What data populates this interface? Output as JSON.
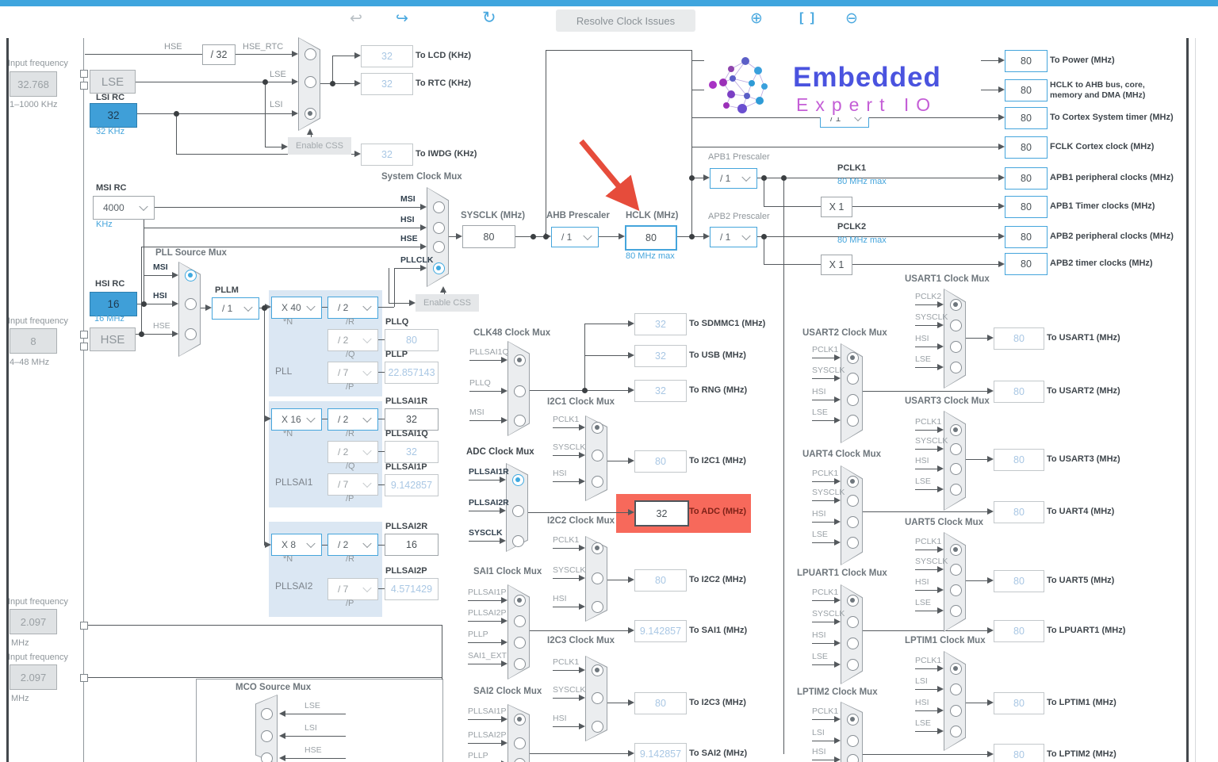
{
  "toolbar": {
    "resolve": "Resolve Clock Issues"
  },
  "logo": {
    "title": "Embedded",
    "subtitle": "Expert IO"
  },
  "inputs": {
    "freq_lse": {
      "label": "Input frequency",
      "value": "32.768",
      "range": "1–1000 KHz"
    },
    "freq_hse": {
      "label": "Input frequency",
      "value": "8",
      "range": "4–48 MHz"
    },
    "freq_ext1": {
      "label": "Input frequency",
      "value": "2.097",
      "range": "MHz"
    },
    "freq_ext2": {
      "label": "Input frequency",
      "value": "2.097",
      "range": "MHz"
    },
    "lse": "LSE",
    "hse": "HSE",
    "lsi": {
      "label": "LSI RC",
      "value": "32",
      "note": "32 KHz"
    },
    "hsi": {
      "label": "HSI RC",
      "value": "16",
      "note": "16 MHz"
    },
    "msi": {
      "label": "MSI RC",
      "value": "4000",
      "note": "KHz"
    }
  },
  "rtc": {
    "hse": "HSE",
    "div": "/ 32",
    "hse_rtc": "HSE_RTC",
    "lse": "LSE",
    "lsi": "LSI",
    "enable_css": "Enable CSS"
  },
  "sys": {
    "sysclk_label": "SYSCLK (MHz)",
    "sysclk": "80",
    "ahb_label": "AHB Prescaler",
    "ahb": "/ 1",
    "hclk_label": "HCLK (MHz)",
    "hclk": "80",
    "hclk_note": "80 MHz max",
    "enable_css": "Enable CSS"
  },
  "pllm": {
    "label": "PLLM",
    "value": "/ 1"
  },
  "pll": {
    "name": "PLL",
    "n": "X 40",
    "r": "/ 2",
    "q": "/ 2",
    "p": "/ 7",
    "nl": "*N",
    "rl": "/R",
    "ql": "/Q",
    "pl": "/P",
    "q_out_label": "PLLQ",
    "q_out": "80",
    "p_out_label": "PLLP",
    "p_out": "22.857143"
  },
  "sai1": {
    "name": "PLLSAI1",
    "n": "X 16",
    "r": "/ 2",
    "q": "/ 2",
    "p": "/ 7",
    "nl": "*N",
    "rl": "/R",
    "ql": "/Q",
    "pl": "/P",
    "r_out_label": "PLLSAI1R",
    "r_out": "32",
    "q_out_label": "PLLSAI1Q",
    "q_out": "32",
    "p_out_label": "PLLSAI1P",
    "p_out": "9.142857"
  },
  "sai2": {
    "name": "PLLSAI2",
    "n": "X 8",
    "r": "/ 2",
    "p": "/ 7",
    "nl": "*N",
    "rl": "/R",
    "pl": "/P",
    "r_out_label": "PLLSAI2R",
    "r_out": "16",
    "p_out_label": "PLLSAI2P",
    "p_out": "4.571429"
  },
  "apb1": {
    "label": "APB1 Prescaler",
    "value": "/ 1",
    "pclk": "PCLK1",
    "max": "80 MHz max",
    "mult": "X 1"
  },
  "apb2": {
    "label": "APB2 Prescaler",
    "value": "/ 1",
    "pclk": "PCLK2",
    "max": "80 MHz max",
    "mult": "X 1"
  },
  "cortex": {
    "value": "/ 1"
  },
  "muxes": {
    "sysmux": {
      "title": "System Clock Mux",
      "inputs": [
        "MSI",
        "HSI",
        "HSE",
        "PLLCLK"
      ]
    },
    "pllsrc": {
      "title": "PLL Source Mux",
      "inputs": [
        "MSI",
        "HSI",
        "HSE"
      ]
    },
    "mco": {
      "title": "MCO Source Mux",
      "inputs": [
        "LSE",
        "LSI",
        "HSE"
      ]
    },
    "clk48": {
      "title": "CLK48 Clock Mux",
      "inputs": [
        "PLLSAI1Q",
        "PLLQ",
        "MSI"
      ]
    },
    "i2c1": {
      "title": "I2C1 Clock Mux",
      "inputs": [
        "PCLK1",
        "SYSCLK",
        "HSI"
      ]
    },
    "adc": {
      "title": "ADC Clock Mux",
      "inputs": [
        "PLLSAI1R",
        "PLLSAI2R",
        "SYSCLK"
      ]
    },
    "i2c2": {
      "title": "I2C2 Clock Mux",
      "inputs": [
        "PCLK1",
        "SYSCLK",
        "HSI"
      ]
    },
    "sai1m": {
      "title": "SAI1 Clock Mux",
      "inputs": [
        "PLLSAI1P",
        "PLLSAI2P",
        "PLLP",
        "SAI1_EXT"
      ]
    },
    "i2c3": {
      "title": "I2C3 Clock Mux",
      "inputs": [
        "PCLK1",
        "SYSCLK",
        "HSI"
      ]
    },
    "sai2m": {
      "title": "SAI2 Clock Mux",
      "inputs": [
        "PLLSAI1P",
        "PLLSAI2P",
        "PLLP"
      ]
    },
    "usart1": {
      "title": "USART1 Clock Mux",
      "inputs": [
        "PCLK2",
        "SYSCLK",
        "HSI",
        "LSE"
      ]
    },
    "usart2": {
      "title": "USART2 Clock Mux",
      "inputs": [
        "PCLK1",
        "SYSCLK",
        "HSI",
        "LSE"
      ]
    },
    "usart3": {
      "title": "USART3 Clock Mux",
      "inputs": [
        "PCLK1",
        "SYSCLK",
        "HSI",
        "LSE"
      ]
    },
    "uart4": {
      "title": "UART4 Clock Mux",
      "inputs": [
        "PCLK1",
        "SYSCLK",
        "HSI",
        "LSE"
      ]
    },
    "uart5": {
      "title": "UART5 Clock Mux",
      "inputs": [
        "PCLK1",
        "SYSCLK",
        "HSI",
        "LSE"
      ]
    },
    "lpuart1": {
      "title": "LPUART1 Clock Mux",
      "inputs": [
        "PCLK1",
        "SYSCLK",
        "HSI",
        "LSE"
      ]
    },
    "lptim1": {
      "title": "LPTIM1 Clock Mux",
      "inputs": [
        "PCLK1",
        "LSI",
        "HSI",
        "LSE"
      ]
    },
    "lptim2": {
      "title": "LPTIM2 Clock Mux",
      "inputs": [
        "PCLK1",
        "LSI",
        "HSI"
      ]
    }
  },
  "outputs": {
    "lcd": {
      "value": "32",
      "label": "To LCD (KHz)"
    },
    "rtc": {
      "value": "32",
      "label": "To RTC (KHz)"
    },
    "iwdg": {
      "value": "32",
      "label": "To IWDG (KHz)"
    },
    "power": {
      "value": "80",
      "label": "To Power (MHz)"
    },
    "hclk_ahb": {
      "value": "80",
      "label": "HCLK to AHB bus, core,",
      "label2": "memory and DMA (MHz)"
    },
    "cortex_timer": {
      "value": "80",
      "label": "To Cortex System timer (MHz)"
    },
    "fclk": {
      "value": "80",
      "label": "FCLK Cortex clock (MHz)"
    },
    "apb1_periph": {
      "value": "80",
      "label": "APB1 peripheral clocks (MHz)"
    },
    "apb1_timer": {
      "value": "80",
      "label": "APB1 Timer clocks (MHz)"
    },
    "apb2_periph": {
      "value": "80",
      "label": "APB2 peripheral clocks (MHz)"
    },
    "apb2_timer": {
      "value": "80",
      "label": "APB2 timer clocks (MHz)"
    },
    "sdmmc1": {
      "value": "32",
      "label": "To SDMMC1 (MHz)"
    },
    "usb": {
      "value": "32",
      "label": "To USB (MHz)"
    },
    "rng": {
      "value": "32",
      "label": "To RNG (MHz)"
    },
    "i2c1": {
      "value": "80",
      "label": "To I2C1 (MHz)"
    },
    "adc": {
      "value": "32",
      "label": "To ADC (MHz)"
    },
    "i2c2": {
      "value": "80",
      "label": "To I2C2 (MHz)"
    },
    "sai1": {
      "value": "9.142857",
      "label": "To SAI1 (MHz)"
    },
    "i2c3": {
      "value": "80",
      "label": "To I2C3 (MHz)"
    },
    "sai2": {
      "value": "9.142857",
      "label": "To SAI2 (MHz)"
    },
    "usart1": {
      "value": "80",
      "label": "To USART1 (MHz)"
    },
    "usart2": {
      "value": "80",
      "label": "To USART2 (MHz)"
    },
    "usart3": {
      "value": "80",
      "label": "To USART3 (MHz)"
    },
    "uart4": {
      "value": "80",
      "label": "To UART4 (MHz)"
    },
    "uart5": {
      "value": "80",
      "label": "To UART5 (MHz)"
    },
    "lpuart1": {
      "value": "80",
      "label": "To LPUART1 (MHz)"
    },
    "lptim1": {
      "value": "80",
      "label": "To LPTIM1 (MHz)"
    },
    "lptim2": {
      "value": "80",
      "label": "To LPTIM2 (MHz)"
    }
  }
}
